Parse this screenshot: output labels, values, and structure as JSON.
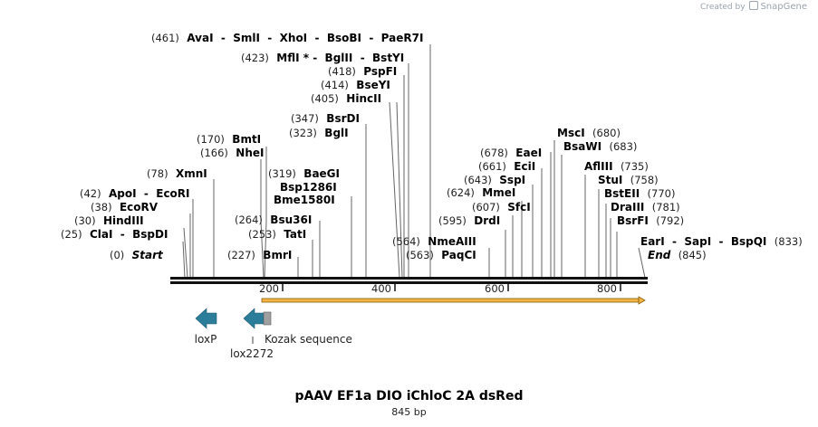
{
  "branding": {
    "prefix": "Created by",
    "name": "SnapGene"
  },
  "map": {
    "title": "pAAV EF1a DIO iChloC 2A dsRed",
    "length_label": "845 bp",
    "length_bp": 845,
    "ruler_ticks": [
      "200",
      "400",
      "600",
      "800"
    ],
    "colors": {
      "backbone": "#111111",
      "orf_arrow": "#f3b642",
      "orf_outline": "#8a5a10",
      "feature_arrow": "#2b7d99",
      "kozak": "#a0a0a0"
    }
  },
  "sites": [
    {
      "label": "(461)  AvaI  -  SmlI  -  XhoI  -  BsoBI  -  PaeR7I"
    },
    {
      "label": "(423)  MflI * -  BglII  -  BstYI"
    },
    {
      "label": "(418)  PspFI"
    },
    {
      "label": "(414)  BseYI"
    },
    {
      "label": "(405)  HincII"
    },
    {
      "label": "(347)  BsrDI"
    },
    {
      "label": "(323)  BglI"
    },
    {
      "label": "(170)  BmtI"
    },
    {
      "label": "(166)  NheI"
    },
    {
      "label": "(78)  XmnI"
    },
    {
      "label": "(319)  BaeGI"
    },
    {
      "label": "Bsp1286I"
    },
    {
      "label": "Bme1580I"
    },
    {
      "label": "(42)  ApoI  -  EcoRI"
    },
    {
      "label": "(38)  EcoRV"
    },
    {
      "label": "(30)  HindIII"
    },
    {
      "label": "(264)  Bsu36I"
    },
    {
      "label": "(25)  ClaI  -  BspDI"
    },
    {
      "label": "(253)  TatI"
    },
    {
      "label": "(0)  Start"
    },
    {
      "label": "(227)  BmrI"
    },
    {
      "label": "(564)  NmeAIII"
    },
    {
      "label": "(563)  PaqCI"
    },
    {
      "label": "(678)  EaeI"
    },
    {
      "label": "(661)  EciI"
    },
    {
      "label": "(643)  SspI"
    },
    {
      "label": "(624)  MmeI"
    },
    {
      "label": "(607)  SfcI"
    },
    {
      "label": "(595)  DrdI"
    },
    {
      "label": "MscI  (680)"
    },
    {
      "label": "BsaWI  (683)"
    },
    {
      "label": "AflIII  (735)"
    },
    {
      "label": "StuI  (758)"
    },
    {
      "label": "BstEII  (770)"
    },
    {
      "label": "DraIII  (781)"
    },
    {
      "label": "BsrFI  (792)"
    },
    {
      "label": "EarI  -  SapI  -  BspQI  (833)"
    },
    {
      "label": "End  (845)"
    }
  ],
  "features": [
    {
      "label": "loxP"
    },
    {
      "label": "lox2272"
    },
    {
      "label": "Kozak sequence"
    }
  ]
}
